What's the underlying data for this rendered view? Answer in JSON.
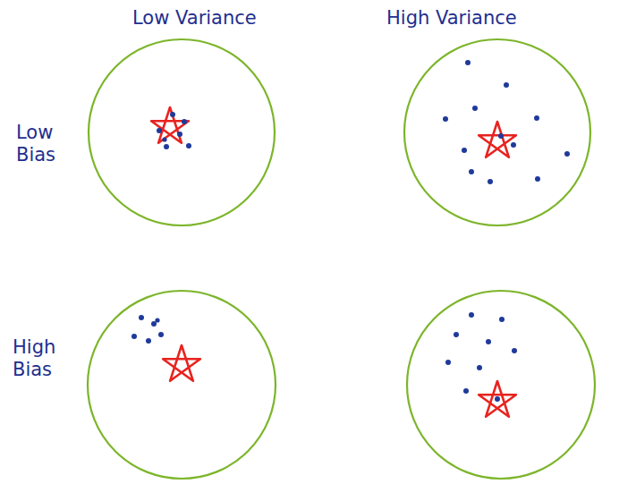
{
  "diagram": {
    "labels": [
      "Low Variance",
      "High Variance",
      "Low Bias",
      "High Bias"
    ]
  }
}
